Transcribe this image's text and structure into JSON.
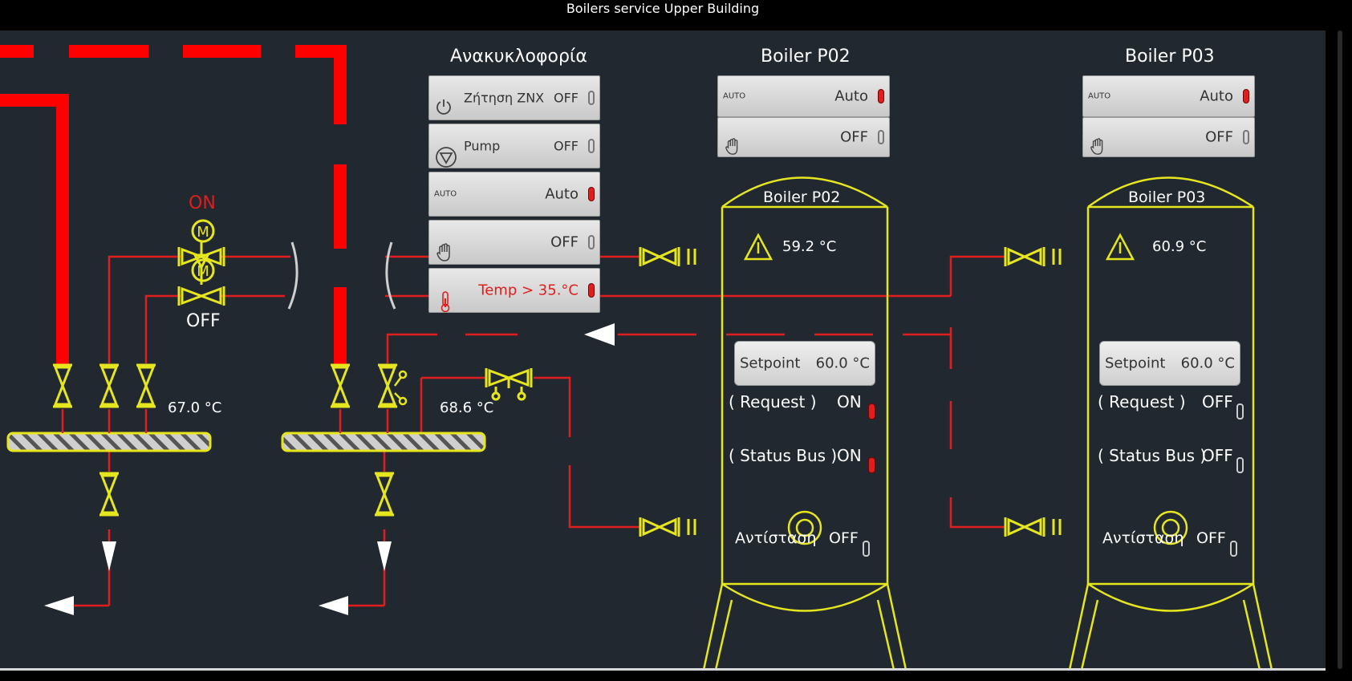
{
  "window": {
    "title": "Boilers service Upper Building"
  },
  "colors": {
    "pipe": "#e01e1e",
    "fitting": "#e6e61e",
    "background": "#222830"
  },
  "icons": [
    "power-icon",
    "pump-icon",
    "hand-icon",
    "thermometer-icon",
    "warning-icon",
    "heating-element-icon",
    "motor-icon",
    "valve-icon",
    "arrow-icon"
  ],
  "manifold_left": {
    "temperature": "67.0 °C"
  },
  "manifold_right": {
    "temperature": "68.6 °C"
  },
  "valve3way": {
    "top_label": "ON",
    "bottom_label": "OFF",
    "motor_symbol": "M"
  },
  "recirculation": {
    "title": "Ανακυκλοφορία",
    "demand_label": "Ζήτηση ZNX",
    "demand_state": "OFF",
    "pump_label": "Pump",
    "pump_state": "OFF",
    "auto_tag": "AUTO",
    "auto_state": "Auto",
    "manual_state": "OFF",
    "temp_alarm": "Temp > 35.°C"
  },
  "boiler_p02": {
    "panel_title": "Boiler P02",
    "auto_tag": "AUTO",
    "auto_state": "Auto",
    "manual_state": "OFF",
    "tank_name": "Boiler P02",
    "temperature": "59.2 °C",
    "setpoint_label": "Setpoint",
    "setpoint_value": "60.0 °C",
    "request_label": "( Request )",
    "request_state": "ON",
    "statusbus_label": "( Status Bus )",
    "statusbus_state": "ON",
    "heater_label": "Αντίσταση",
    "heater_state": "OFF"
  },
  "boiler_p03": {
    "panel_title": "Boiler P03",
    "auto_tag": "AUTO",
    "auto_state": "Auto",
    "manual_state": "OFF",
    "tank_name": "Boiler P03",
    "temperature": "60.9 °C",
    "setpoint_label": "Setpoint",
    "setpoint_value": "60.0 °C",
    "request_label": "( Request )",
    "request_state": "OFF",
    "statusbus_label": "( Status Bus )",
    "statusbus_state": "OFF",
    "heater_label": "Αντίσταση",
    "heater_state": "OFF"
  }
}
